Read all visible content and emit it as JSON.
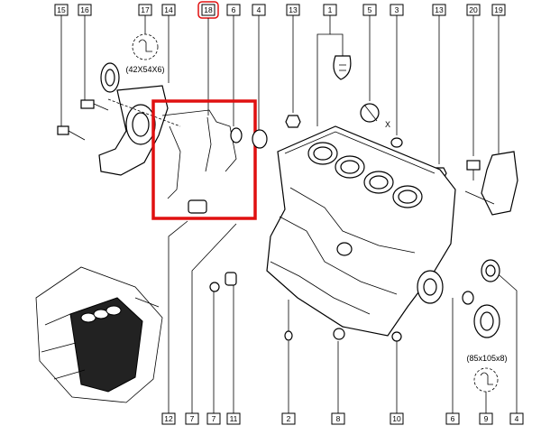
{
  "callouts": {
    "top": [
      "15",
      "16",
      "17",
      "14",
      "18",
      "6",
      "4",
      "13",
      "1",
      "5",
      "3",
      "13",
      "20",
      "19"
    ],
    "bottom": [
      "12",
      "7",
      "7",
      "11",
      "2",
      "8",
      "10",
      "6",
      "9",
      "4"
    ]
  },
  "labels": {
    "seal_small_size": "(42X54X6)",
    "seal_large_size": "(85x105x8)",
    "x_mark": "X"
  },
  "highlight": {
    "color": "#e01010",
    "callout": "18"
  }
}
